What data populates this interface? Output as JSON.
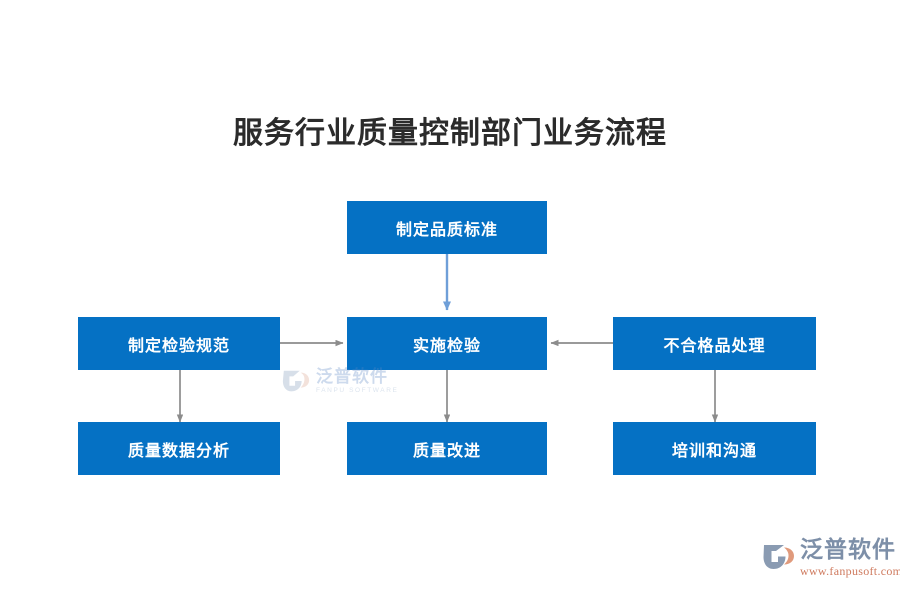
{
  "page": {
    "title": "服务行业质量控制部门业务流程",
    "background_color": "#ffffff",
    "title_color": "#2b2b2b"
  },
  "diagram": {
    "type": "flowchart",
    "node_fill_color": "#0571c4",
    "node_text_color": "#ffffff",
    "blue_connector_color": "#6f9fd8",
    "gray_connector_color": "#8c8c8c",
    "nodes": [
      {
        "id": "standard",
        "label": "制定品质标准",
        "row": "top",
        "column": "center"
      },
      {
        "id": "spec",
        "label": "制定检验规范",
        "row": "middle",
        "column": "left"
      },
      {
        "id": "inspect",
        "label": "实施检验",
        "row": "middle",
        "column": "center"
      },
      {
        "id": "nonconform",
        "label": "不合格品处理",
        "row": "middle",
        "column": "right"
      },
      {
        "id": "analysis",
        "label": "质量数据分析",
        "row": "bottom",
        "column": "left"
      },
      {
        "id": "improve",
        "label": "质量改进",
        "row": "bottom",
        "column": "center"
      },
      {
        "id": "training",
        "label": "培训和沟通",
        "row": "bottom",
        "column": "right"
      }
    ],
    "edges": [
      {
        "from": "standard",
        "to": "inspect",
        "direction": "down",
        "color": "#6f9fd8"
      },
      {
        "from": "spec",
        "to": "inspect",
        "direction": "right",
        "color": "#8c8c8c"
      },
      {
        "from": "nonconform",
        "to": "inspect",
        "direction": "left",
        "color": "#8c8c8c"
      },
      {
        "from": "spec",
        "to": "analysis",
        "direction": "down",
        "color": "#8c8c8c"
      },
      {
        "from": "inspect",
        "to": "improve",
        "direction": "down",
        "color": "#8c8c8c"
      },
      {
        "from": "nonconform",
        "to": "training",
        "direction": "down",
        "color": "#8c8c8c"
      }
    ]
  },
  "watermark": {
    "name_cn": "泛普软件",
    "name_en": "FANPU SOFTWARE"
  },
  "logo": {
    "name_cn": "泛普软件",
    "url": "www.fanpusoft.com"
  }
}
